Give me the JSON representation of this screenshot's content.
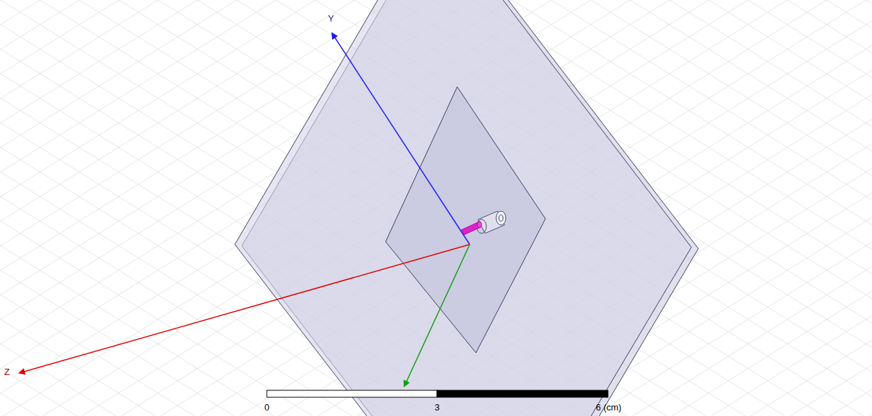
{
  "diagram": {
    "labels": [
      "Y",
      "Z",
      "0",
      "3",
      "6 (cm)"
    ]
  }
}
